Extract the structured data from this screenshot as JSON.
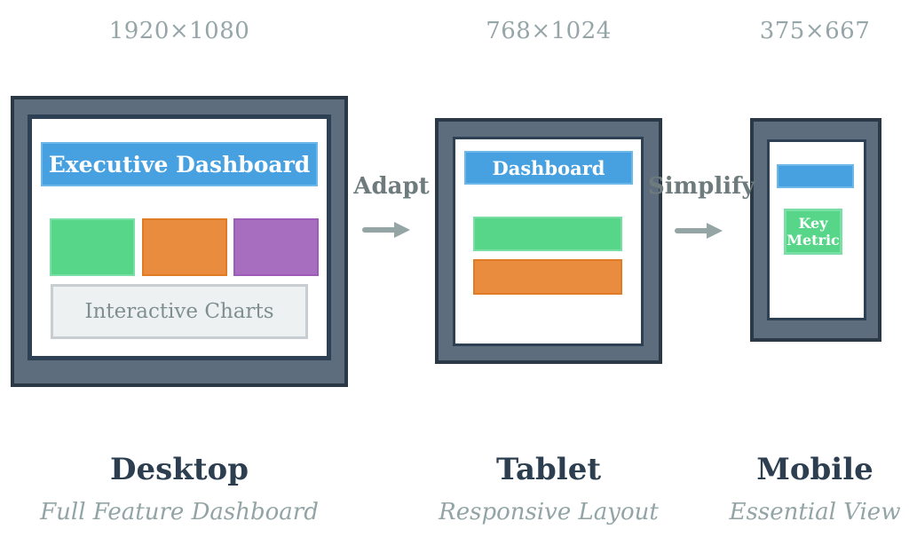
{
  "diagram": {
    "devices": [
      {
        "id": "desktop",
        "resolution": "1920×1080",
        "title": "Desktop",
        "subtitle": "Full Feature Dashboard",
        "screen": {
          "header": "Executive Dashboard",
          "charts_label": "Interactive Charts",
          "widgets": [
            "green-widget",
            "orange-widget",
            "purple-widget"
          ]
        }
      },
      {
        "id": "tablet",
        "resolution": "768×1024",
        "title": "Tablet",
        "subtitle": "Responsive Layout",
        "screen": {
          "header": "Dashboard",
          "widgets": [
            "green-bar",
            "orange-bar"
          ]
        }
      },
      {
        "id": "mobile",
        "resolution": "375×667",
        "title": "Mobile",
        "subtitle": "Essential View",
        "screen": {
          "header_bar": "blue-bar",
          "metric_label": "Key Metric"
        }
      }
    ],
    "transitions": [
      {
        "label": "Adapt",
        "icon": "right-arrow-icon"
      },
      {
        "label": "Simplify",
        "icon": "right-arrow-icon"
      }
    ],
    "colors": {
      "frame_bezel": "#5d6d7e",
      "frame_border": "#2b3947",
      "screen_border": "#2e4053",
      "accent_blue": "#47a1e0",
      "accent_green": "#57d689",
      "accent_orange": "#e98c3d",
      "accent_purple": "#a76dbf",
      "charts_box_fill": "#eef1f2",
      "muted_text": "#96a6a8",
      "arrow_gray": "#95a5a6",
      "title_text": "#2c3e50"
    }
  }
}
